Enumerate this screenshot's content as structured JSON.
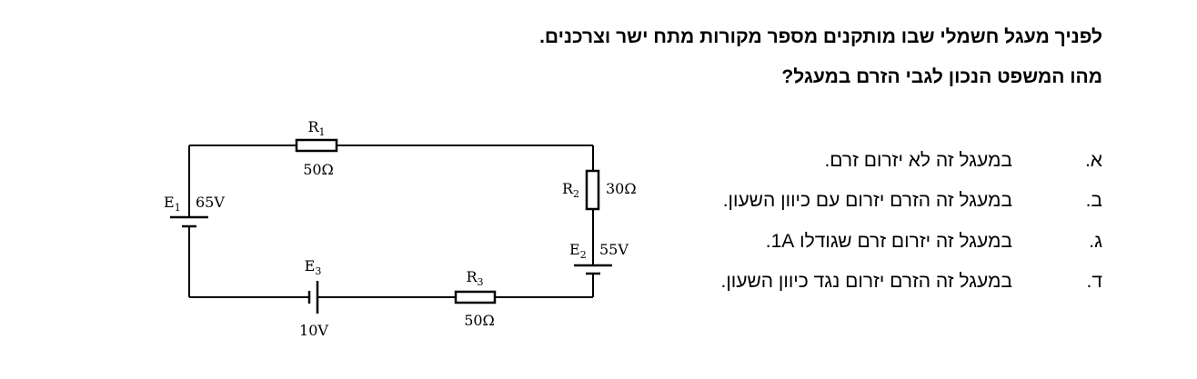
{
  "question": {
    "line1": "לפניך מעגל חשמלי שבו מותקנים מספר מקורות מתח ישר וצרכנים.",
    "line2": "מהו המשפט הנכון לגבי הזרם במעגל?"
  },
  "options": [
    {
      "letter": "א.",
      "text": "במעגל זה לא יזרום זרם."
    },
    {
      "letter": "ב.",
      "text": "במעגל זה הזרם יזרום עם כיוון השעון."
    },
    {
      "letter": "ג.",
      "text": "במעגל זה יזרום זרם שגודלו 1A."
    },
    {
      "letter": "ד.",
      "text": "במעגל זה הזרם יזרום נגד כיוון השעון."
    }
  ],
  "circuit": {
    "r1": {
      "name": "R",
      "sub": "1",
      "value": "50Ω"
    },
    "r2": {
      "name": "R",
      "sub": "2",
      "value": "30Ω"
    },
    "r3": {
      "name": "R",
      "sub": "3",
      "value": "50Ω"
    },
    "e1": {
      "name": "E",
      "sub": "1",
      "value": "65V"
    },
    "e2": {
      "name": "E",
      "sub": "2",
      "value": "55V"
    },
    "e3": {
      "name": "E",
      "sub": "3",
      "value": "10V"
    }
  }
}
